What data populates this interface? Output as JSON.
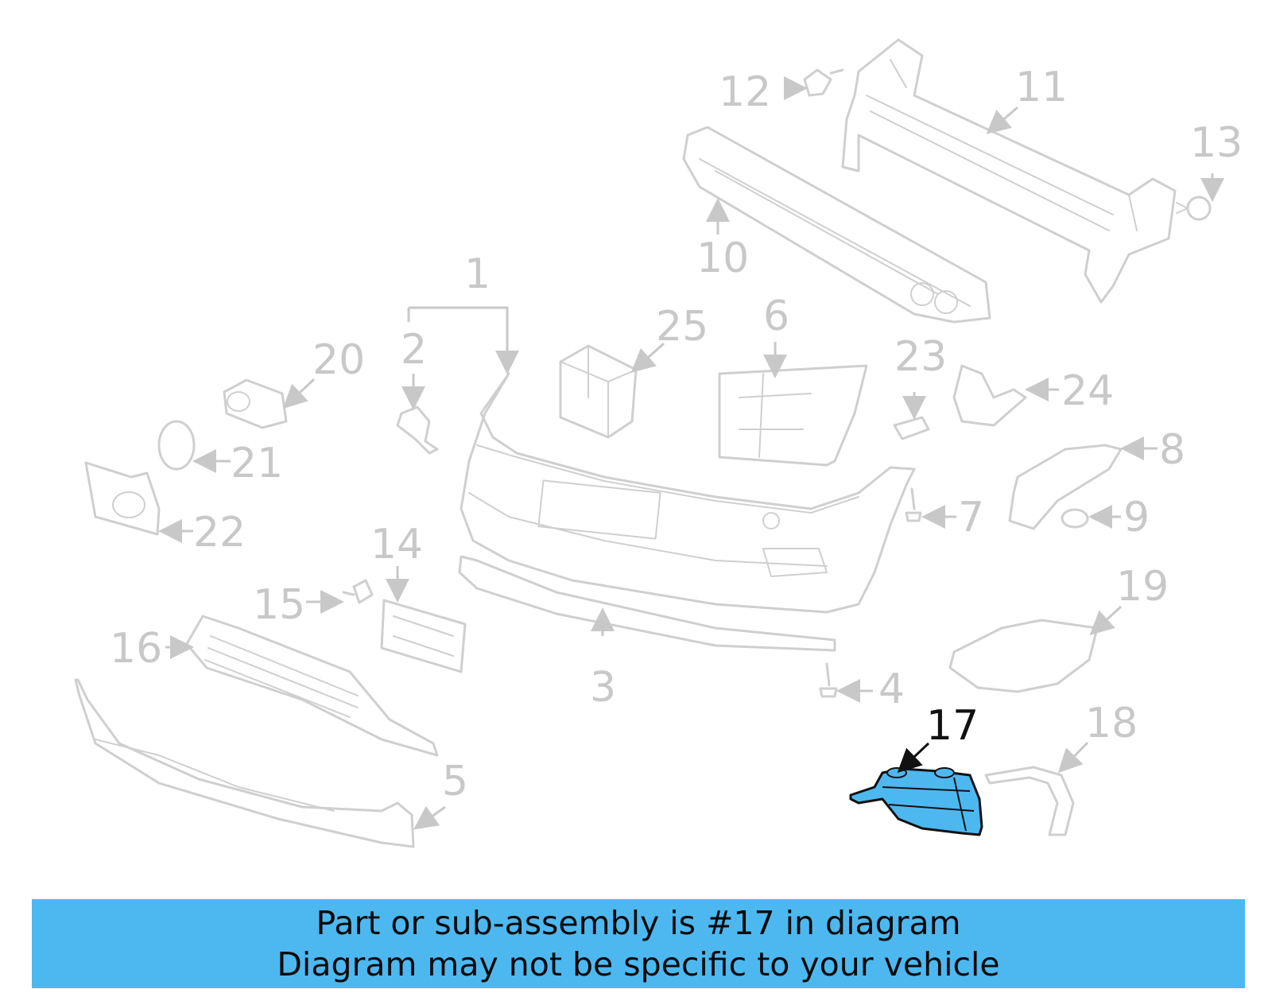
{
  "diagram": {
    "highlight_color": "#4db8f0",
    "ghost_color": "#c8c8c8",
    "callouts": [
      {
        "id": "1",
        "label": "1"
      },
      {
        "id": "2",
        "label": "2"
      },
      {
        "id": "3",
        "label": "3"
      },
      {
        "id": "4",
        "label": "4"
      },
      {
        "id": "5",
        "label": "5"
      },
      {
        "id": "6",
        "label": "6"
      },
      {
        "id": "7",
        "label": "7"
      },
      {
        "id": "8",
        "label": "8"
      },
      {
        "id": "9",
        "label": "9"
      },
      {
        "id": "10",
        "label": "10"
      },
      {
        "id": "11",
        "label": "11"
      },
      {
        "id": "12",
        "label": "12"
      },
      {
        "id": "13",
        "label": "13"
      },
      {
        "id": "14",
        "label": "14"
      },
      {
        "id": "15",
        "label": "15"
      },
      {
        "id": "16",
        "label": "16"
      },
      {
        "id": "17",
        "label": "17",
        "highlighted": true
      },
      {
        "id": "18",
        "label": "18"
      },
      {
        "id": "19",
        "label": "19"
      },
      {
        "id": "20",
        "label": "20"
      },
      {
        "id": "21",
        "label": "21"
      },
      {
        "id": "22",
        "label": "22"
      },
      {
        "id": "23",
        "label": "23"
      },
      {
        "id": "24",
        "label": "24"
      },
      {
        "id": "25",
        "label": "25"
      }
    ]
  },
  "banner": {
    "line1": "Part or sub-assembly is #17 in diagram",
    "line2": "Diagram may not be specific to your vehicle",
    "color": "#4db8f0"
  }
}
